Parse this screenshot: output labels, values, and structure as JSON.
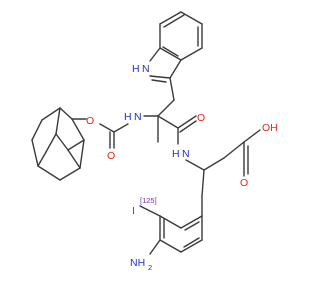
{
  "colors": {
    "bond": "#3a3a3a",
    "N": "#1f2fd0",
    "O": "#e0261a",
    "I": "#7b2fa8",
    "bg": "#ffffff"
  },
  "labels": {
    "indole_nh": "H",
    "indole_n": "N",
    "carbamate_nh_n": "N",
    "carbamate_nh_h": "H",
    "amide_nh_n": "N",
    "amide_nh_h": "H",
    "ester_o": "O",
    "carbonyl_o1": "O",
    "carbonyl_o2": "O",
    "acid_o": "O",
    "acid_oh": "OH",
    "iodine": "I",
    "iodine_isotope": "[125]",
    "amine": "NH",
    "amine_sub": "2",
    "methyl": ""
  }
}
